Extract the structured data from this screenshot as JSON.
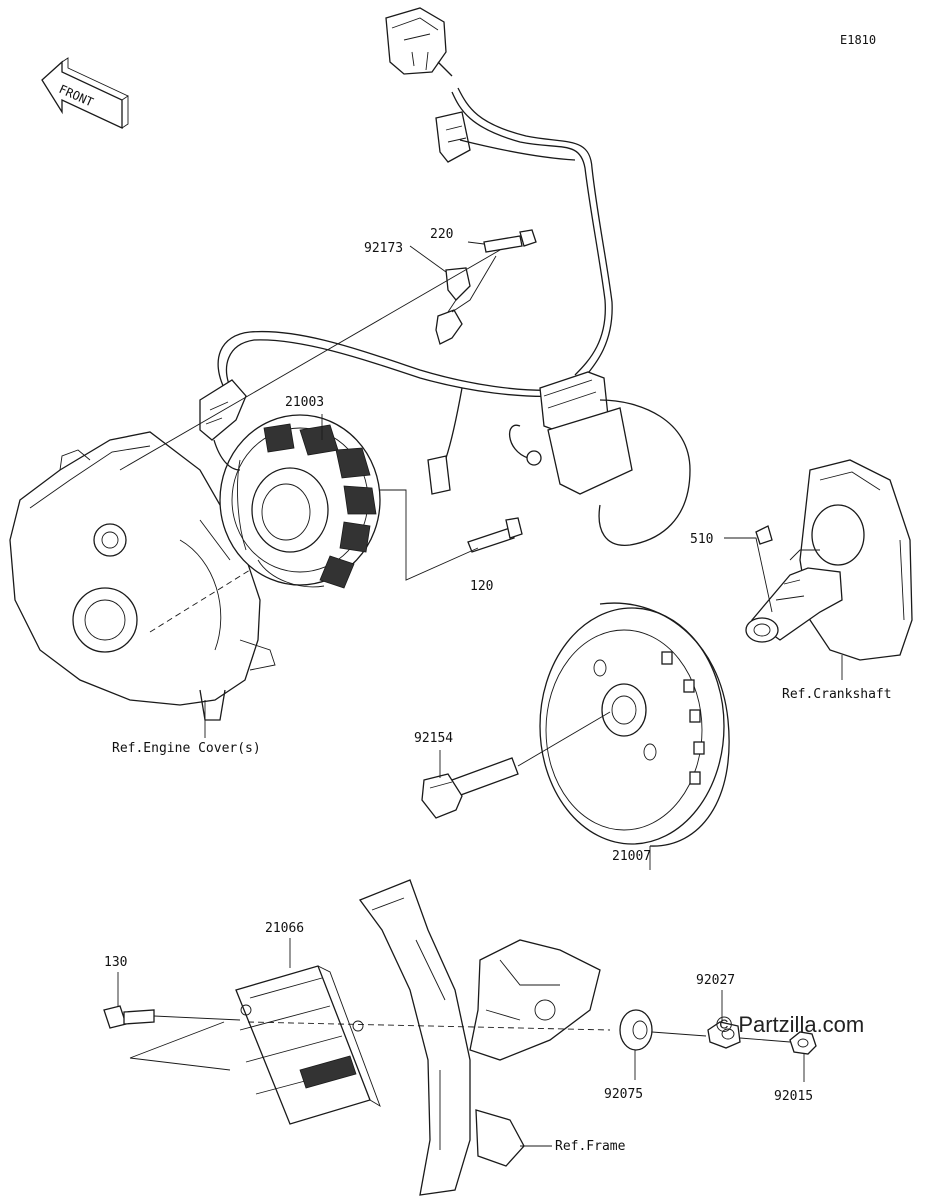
{
  "diagram_code": "E1810",
  "front_label": "FRONT",
  "watermark": "© Partzilla.com",
  "parts": {
    "p220": "220",
    "p92173": "92173",
    "p21003": "21003",
    "p120": "120",
    "p510": "510",
    "p92154": "92154",
    "p21007": "21007",
    "p21066": "21066",
    "p130": "130",
    "p92027": "92027",
    "p92075": "92075",
    "p92015": "92015"
  },
  "refs": {
    "engine_cover": "Ref.Engine Cover(s)",
    "crankshaft": "Ref.Crankshaft",
    "frame": "Ref.Frame"
  }
}
